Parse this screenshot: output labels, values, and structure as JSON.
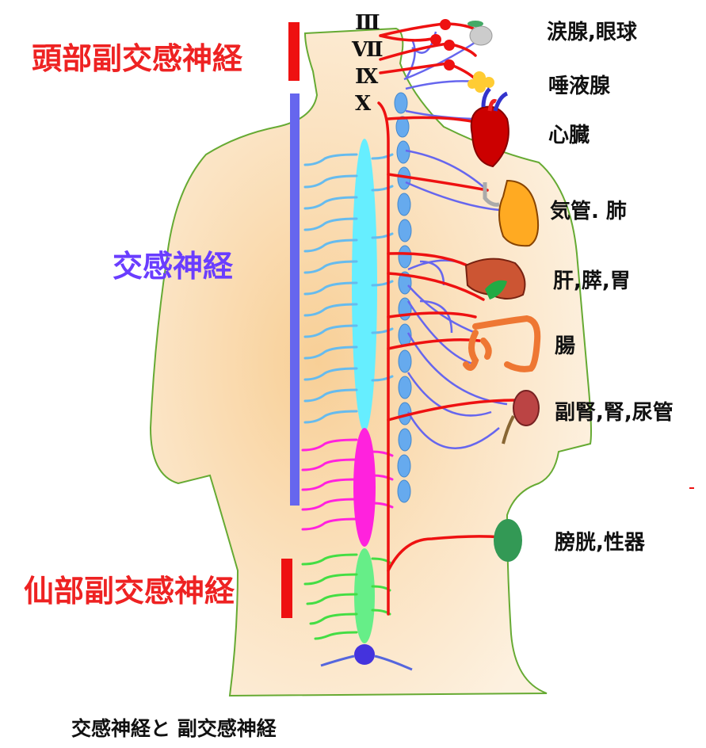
{
  "labels": {
    "cranial_parasympathetic": "頭部副交感神経",
    "sympathetic": "交感神経",
    "sacral_parasympathetic": "仙部副交感神経"
  },
  "cranial_nerves": [
    "Ⅲ",
    "Ⅶ",
    "Ⅸ",
    "Ⅹ"
  ],
  "organs": [
    "涙腺,眼球",
    "唾液腺",
    "心臓",
    "気管. 肺",
    "肝,膵,胃",
    "腸",
    "副腎,腎,尿管",
    "膀胱,性器"
  ],
  "caption": "交感神経と 副交感神経",
  "colors": {
    "parasympathetic": "#ee1111",
    "sympathetic": "#6666ee",
    "thoracic_chain": "#66ddff",
    "lumbar_chain": "#ff22dd",
    "sacral_chain": "#55ee66",
    "body_fill": "#fde8c8",
    "body_outline": "#66aa33"
  }
}
